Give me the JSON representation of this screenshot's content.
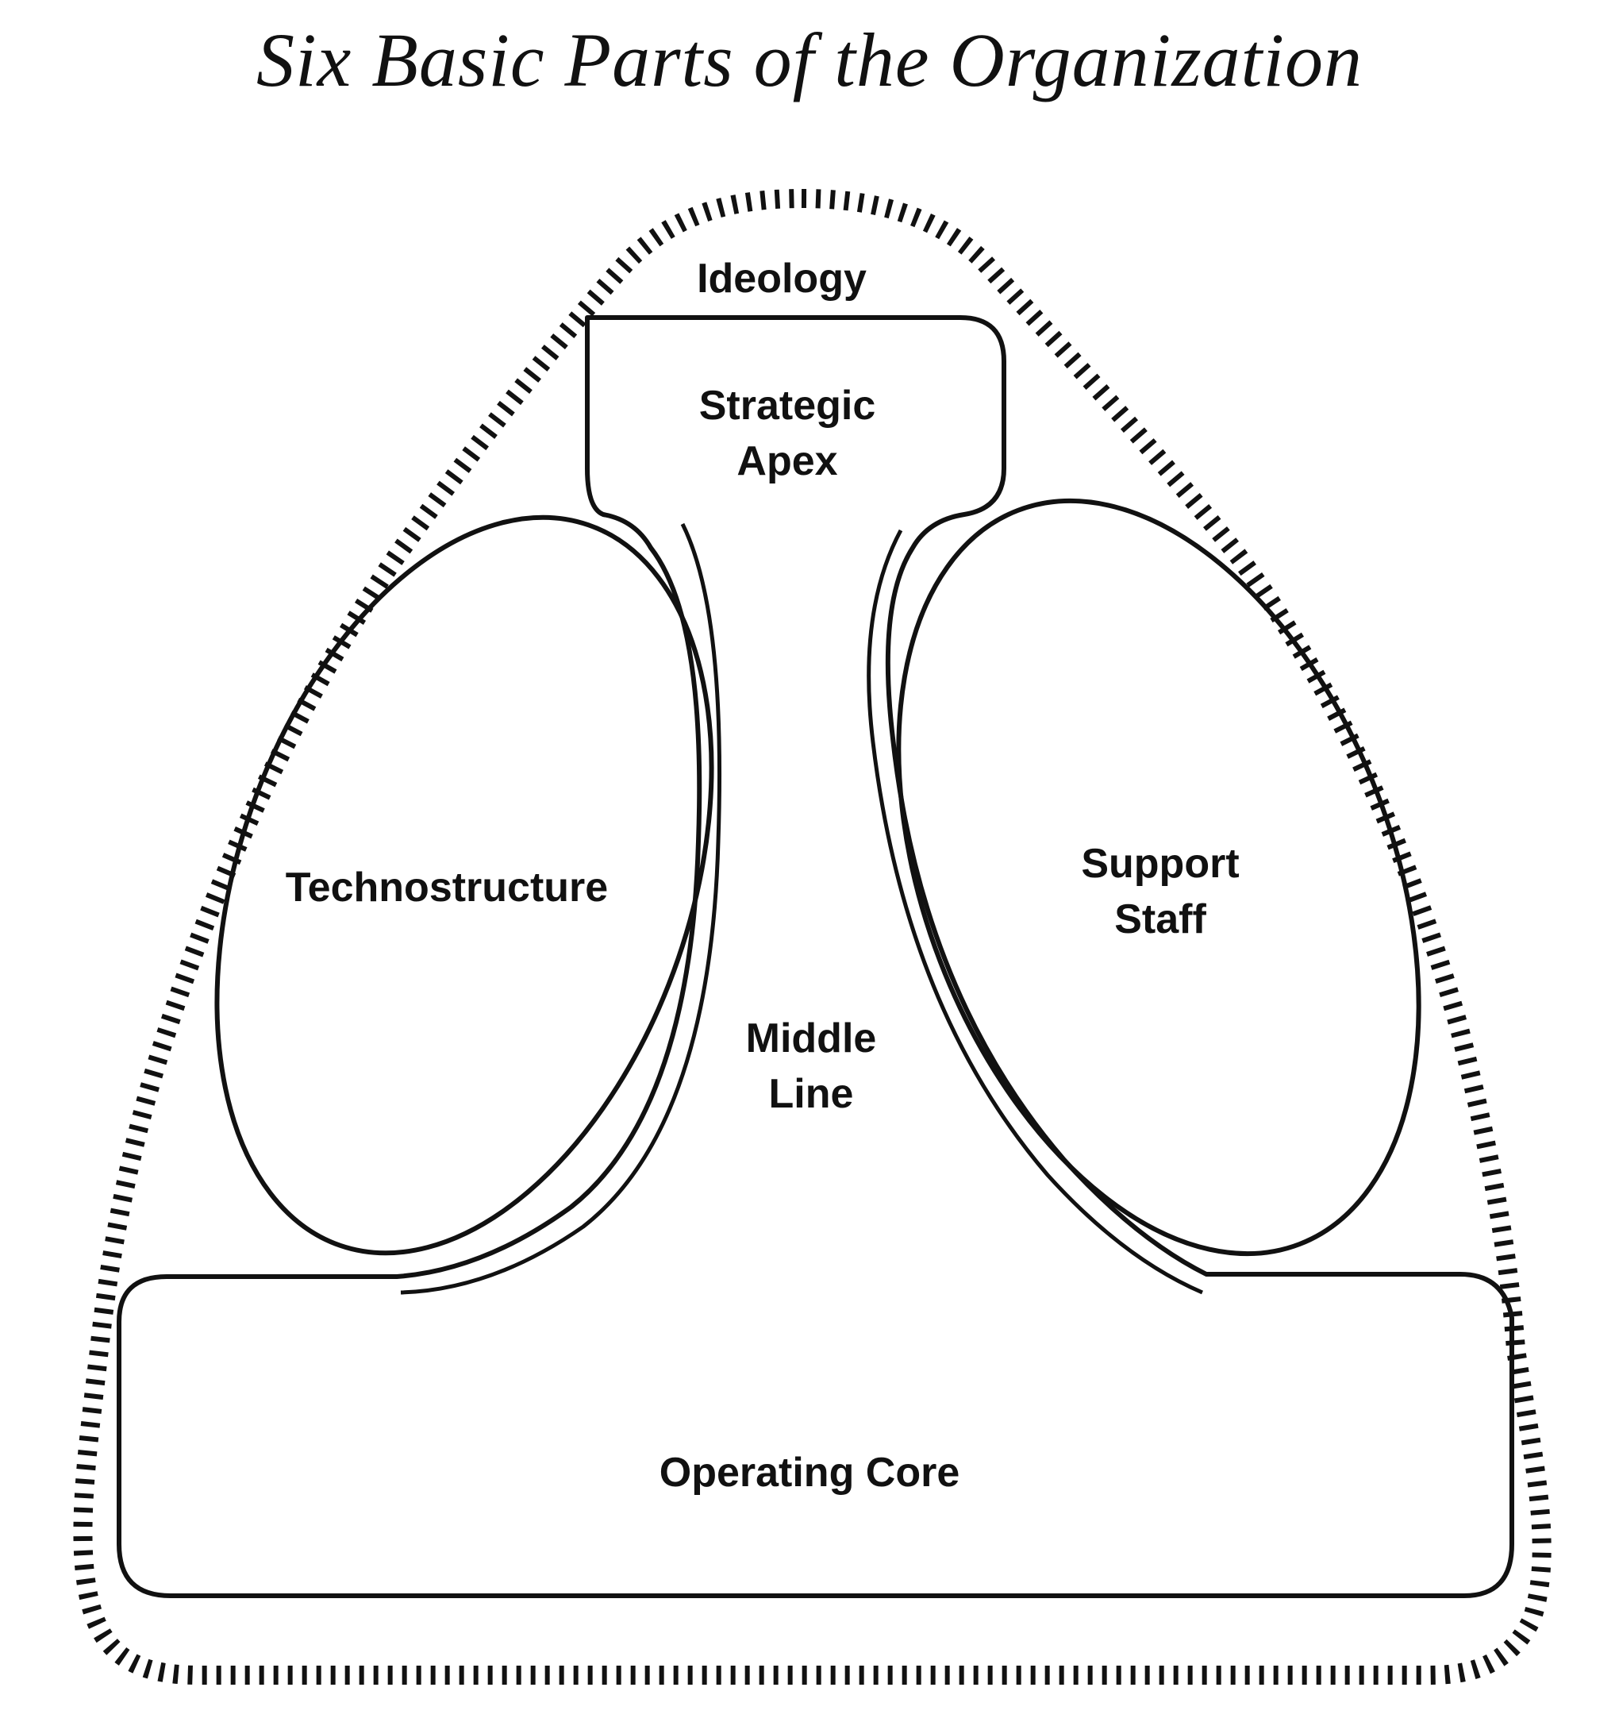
{
  "title": "Six Basic Parts of the Organization",
  "parts": {
    "ideology": "Ideology",
    "strategic_apex": [
      "Strategic",
      "Apex"
    ],
    "technostructure": "Technostructure",
    "support_staff": [
      "Support",
      "Staff"
    ],
    "middle_line": [
      "Middle",
      "Line"
    ],
    "operating_core": "Operating Core"
  }
}
